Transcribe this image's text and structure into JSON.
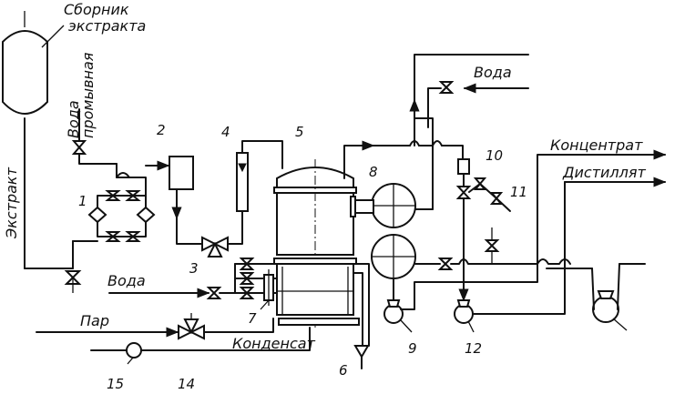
{
  "labels": {
    "collector_line1": "Сборник",
    "collector_line2": "экстракта",
    "water_rinse_line1": "Вода",
    "water_rinse_line2": "промывная",
    "extract": "Экстракт",
    "water_top": "Вода",
    "water_mid": "Вода",
    "concentrate": "Концентрат",
    "distillate": "Дистиллят",
    "steam": "Пар",
    "condensate": "Конденсат"
  },
  "numbers": {
    "n1": "1",
    "n2": "2",
    "n3": "3",
    "n4": "4",
    "n5": "5",
    "n6": "6",
    "n7": "7",
    "n8": "8",
    "n9": "9",
    "n10": "10",
    "n11": "11",
    "n12": "12",
    "n14": "14",
    "n15": "15"
  }
}
